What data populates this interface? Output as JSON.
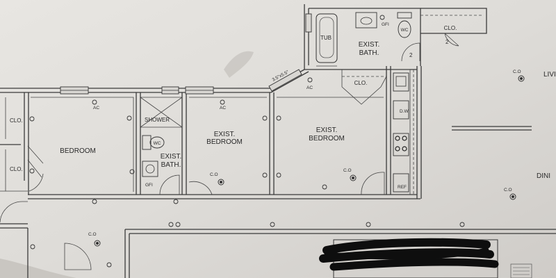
{
  "plan": {
    "rooms": {
      "bedroom_1": "BEDROOM",
      "bedroom_2": [
        "EXIST.",
        "BEDROOM"
      ],
      "bedroom_3": [
        "EXIST.",
        "BEDROOM"
      ],
      "bath_small": [
        "EXIST.",
        "BATH."
      ],
      "bath_top": [
        "EXIST.",
        "BATH."
      ],
      "living": "LIVI",
      "dining": "DINI"
    },
    "fixtures": {
      "tub": "TUB",
      "shower": "SHOWER",
      "wc": "WC",
      "clo": "CLO.",
      "dw": "D.W",
      "ref": "REF",
      "gfi": "GFI",
      "ac": "AC",
      "co": "C.O",
      "dim": "3.5\"x5.5\"",
      "two": "2"
    }
  }
}
